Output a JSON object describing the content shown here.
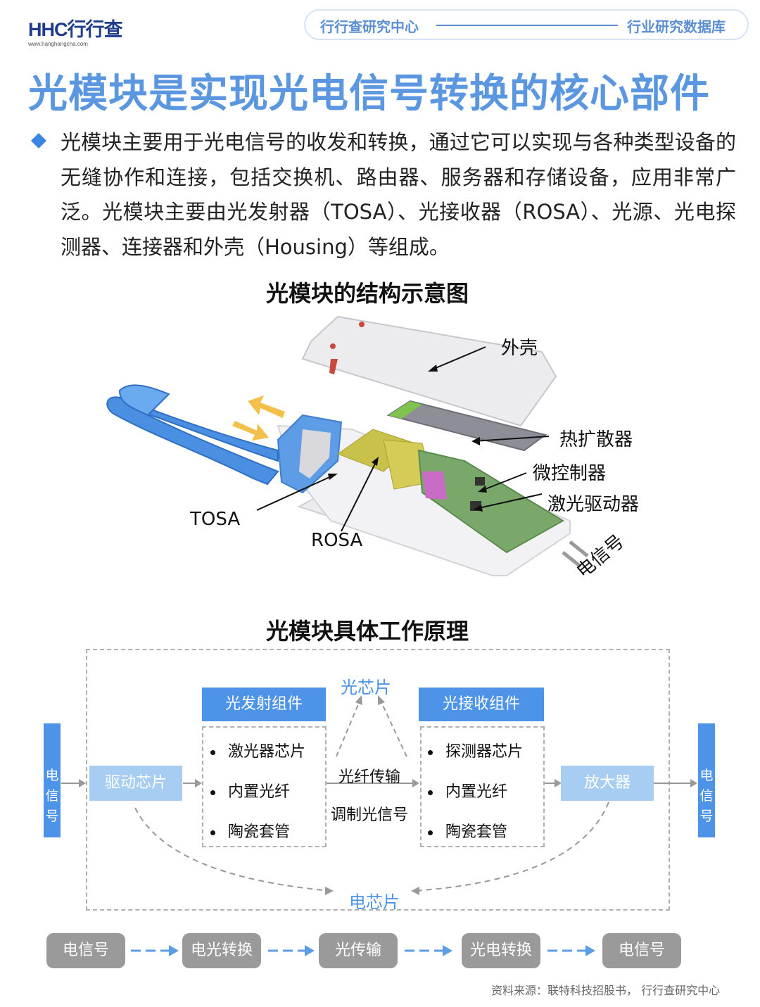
{
  "header": {
    "logo_main": "HHC行行查",
    "logo_sub": "www.hanghangcha.com",
    "left_tag": "行行查研究中心",
    "right_tag": "行业研究数据库"
  },
  "title": "光模块是实现光电信号转换的核心部件",
  "intro": "光模块主要用于光电信号的收发和转换，通过它可以实现与各种类型设备的无缝协作和连接，包括交换机、路由器、服务器和存储设备，应用非常广泛。光模块主要由光发射器（TOSA）、光接收器（ROSA）、光源、光电探测器、连接器和外壳（Housing）等组成。",
  "structure": {
    "title": "光模块的结构示意图",
    "labels": {
      "housing": "外壳",
      "heat": "热扩散器",
      "mcu": "微控制器",
      "driver": "激光驱动器",
      "tosa": "TOSA",
      "rosa": "ROSA",
      "signal": "电信号"
    }
  },
  "principle": {
    "title": "光模块具体工作原理",
    "side_left": "电信号",
    "side_right": "电信号",
    "driver_chip": "驱动芯片",
    "amplifier": "放大器",
    "tx_title": "光发射组件",
    "tx_items": [
      "激光器芯片",
      "内置光纤",
      "陶瓷套管"
    ],
    "rx_title": "光接收组件",
    "rx_items": [
      "探测器芯片",
      "内置光纤",
      "陶瓷套管"
    ],
    "optical_chip": "光芯片",
    "fiber": "光纤传输",
    "modulated": "调制光信号",
    "electrical_chip": "电芯片"
  },
  "flow": [
    "电信号",
    "电光转换",
    "光传输",
    "光电转换",
    "电信号"
  ],
  "source": "资料来源：联特科技招股书， 行行查研究中心",
  "colors": {
    "title": "#5a97e0",
    "accent": "#4d94e8",
    "light": "#a8cdf3",
    "gray": "#9a9a9a"
  }
}
